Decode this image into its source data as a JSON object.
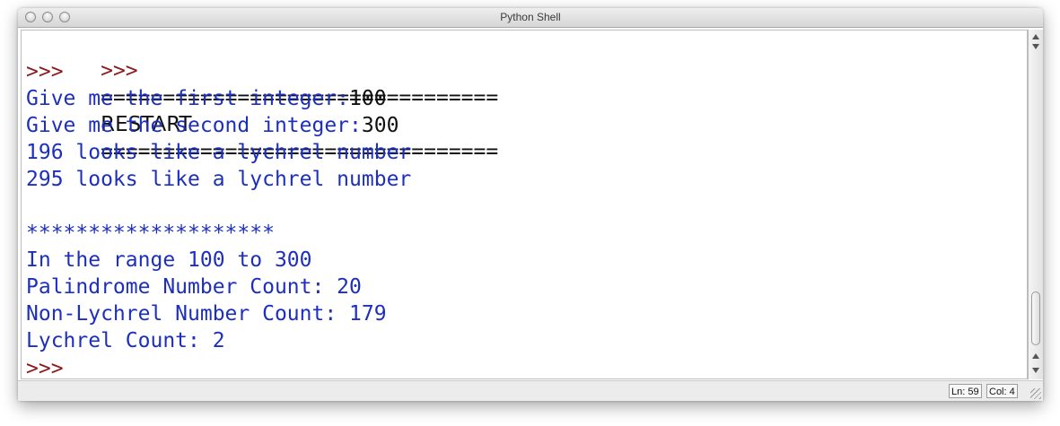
{
  "window": {
    "title": "Python Shell"
  },
  "shell": {
    "restart": {
      "prompt": ">>>",
      "left_rule": "================================",
      "label": "RESTART",
      "right_rule": "================================"
    },
    "prompt_2": ">>>",
    "first_prompt": "Give me the first integer:",
    "first_value": "100",
    "second_prompt": "Give me the second integer:",
    "second_value": "300",
    "output_lines": [
      "196 looks like a lychrel number",
      "295 looks like a lychrel number"
    ],
    "separator": "********************",
    "summary": [
      "In the range 100 to 300",
      "Palindrome Number Count: 20",
      "Non-Lychrel Number Count: 179",
      "Lychrel Count: 2"
    ],
    "final_prompt": ">>>"
  },
  "status": {
    "line": "Ln: 59",
    "col": "Col: 4"
  },
  "colors": {
    "prompt": "#8b1a1a",
    "output": "#1c2fbd",
    "input": "#111111"
  },
  "icons": {
    "close": "close-button-icon",
    "minimize": "minimize-button-icon",
    "zoom": "zoom-button-icon",
    "resize": "resize-grip-icon"
  }
}
